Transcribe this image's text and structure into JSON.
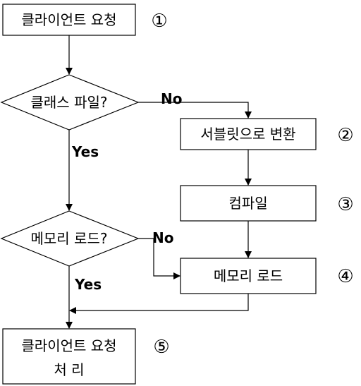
{
  "nodes": {
    "client_request": {
      "label": "클라이언트 요청"
    },
    "is_class_file": {
      "label": "클래스 파일?"
    },
    "convert_servlet": {
      "label": "서블릿으로 변환"
    },
    "compile": {
      "label": "컴파일"
    },
    "is_memory_loaded": {
      "label": "메모리 로드?"
    },
    "memory_load": {
      "label": "메모리 로드"
    },
    "handle_request": {
      "line1": "클라이언트 요청",
      "line2": "처 리"
    }
  },
  "edges": {
    "class_no": "No",
    "class_yes": "Yes",
    "memory_no": "No",
    "memory_yes": "Yes"
  },
  "steps": [
    "①",
    "②",
    "③",
    "④",
    "⑤"
  ]
}
